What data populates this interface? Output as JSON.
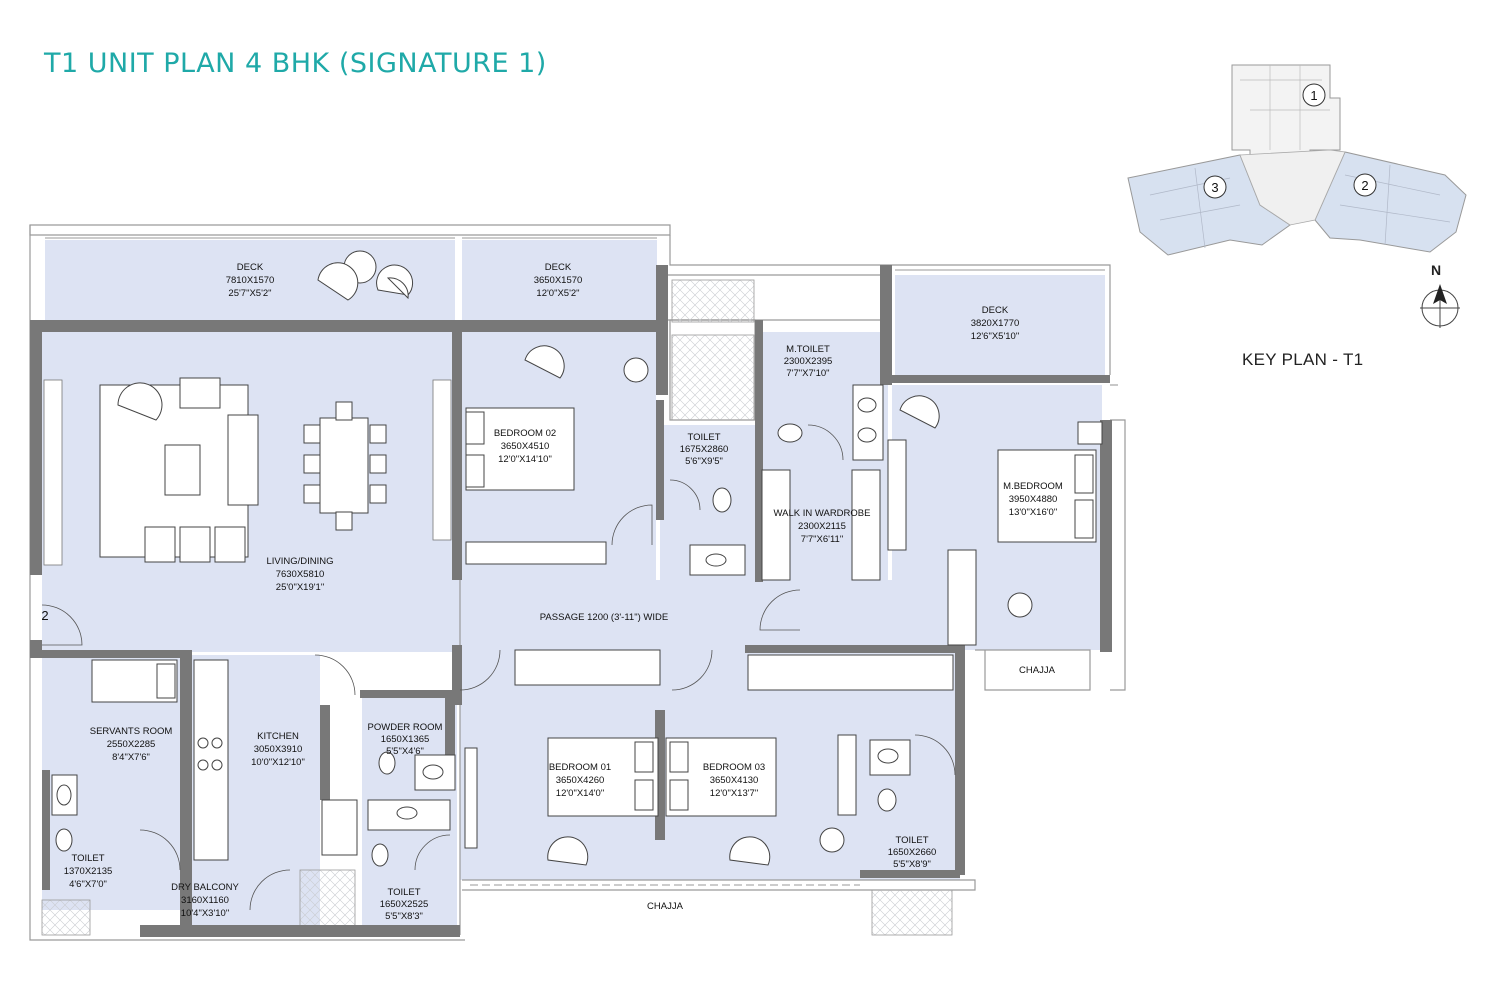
{
  "title": "T1 UNIT PLAN 4 BHK (SIGNATURE 1)",
  "key_plan": {
    "label": "KEY PLAN - T1",
    "north": "N",
    "units": [
      "1",
      "2",
      "3"
    ]
  },
  "entry_marker": "2",
  "colors": {
    "title": "#1fa9a8",
    "room_fill": "#dde3f3",
    "wall": "#777777",
    "deck_fill": "#dde3f3"
  },
  "rooms": {
    "deck_left": {
      "name": "DECK",
      "dim": "7810X1570",
      "imp": "25'7\"X5'2\""
    },
    "deck_mid": {
      "name": "DECK",
      "dim": "3650X1570",
      "imp": "12'0\"X5'2\""
    },
    "deck_right": {
      "name": "DECK",
      "dim": "3820X1770",
      "imp": "12'6\"X5'10\""
    },
    "living": {
      "name": "LIVING/DINING",
      "dim": "7630X5810",
      "imp": "25'0\"X19'1\""
    },
    "bedroom02": {
      "name": "BEDROOM 02",
      "dim": "3650X4510",
      "imp": "12'0\"X14'10\""
    },
    "toilet_b2": {
      "name": "TOILET",
      "dim": "1675X2860",
      "imp": "5'6\"X9'5\""
    },
    "m_toilet": {
      "name": "M.TOILET",
      "dim": "2300X2395",
      "imp": "7'7\"X7'10\""
    },
    "wardrobe": {
      "name": "WALK IN WARDROBE",
      "dim": "2300X2115",
      "imp": "7'7\"X6'11\""
    },
    "m_bedroom": {
      "name": "M.BEDROOM",
      "dim": "3950X4880",
      "imp": "13'0\"X16'0\""
    },
    "passage": {
      "name": "PASSAGE 1200 (3'-11\") WIDE"
    },
    "servants": {
      "name": "SERVANTS ROOM",
      "dim": "2550X2285",
      "imp": "8'4\"X7'6\""
    },
    "kitchen": {
      "name": "KITCHEN",
      "dim": "3050X3910",
      "imp": "10'0\"X12'10\""
    },
    "powder": {
      "name": "POWDER ROOM",
      "dim": "1650X1365",
      "imp": "5'5\"X4'6\""
    },
    "bedroom01": {
      "name": "BEDROOM 01",
      "dim": "3650X4260",
      "imp": "12'0\"X14'0\""
    },
    "bedroom03": {
      "name": "BEDROOM 03",
      "dim": "3650X4130",
      "imp": "12'0\"X13'7\""
    },
    "toilet_sv": {
      "name": "TOILET",
      "dim": "1370X2135",
      "imp": "4'6\"X7'0\""
    },
    "dry_balcony": {
      "name": "DRY BALCONY",
      "dim": "3160X1160",
      "imp": "10'4\"X3'10\""
    },
    "toilet_k": {
      "name": "TOILET",
      "dim": "1650X2525",
      "imp": "5'5\"X8'3\""
    },
    "toilet_b3": {
      "name": "TOILET",
      "dim": "1650X2660",
      "imp": "5'5\"X8'9\""
    }
  },
  "chajja": {
    "bottom": "CHAJJA",
    "right": "CHAJJA"
  }
}
